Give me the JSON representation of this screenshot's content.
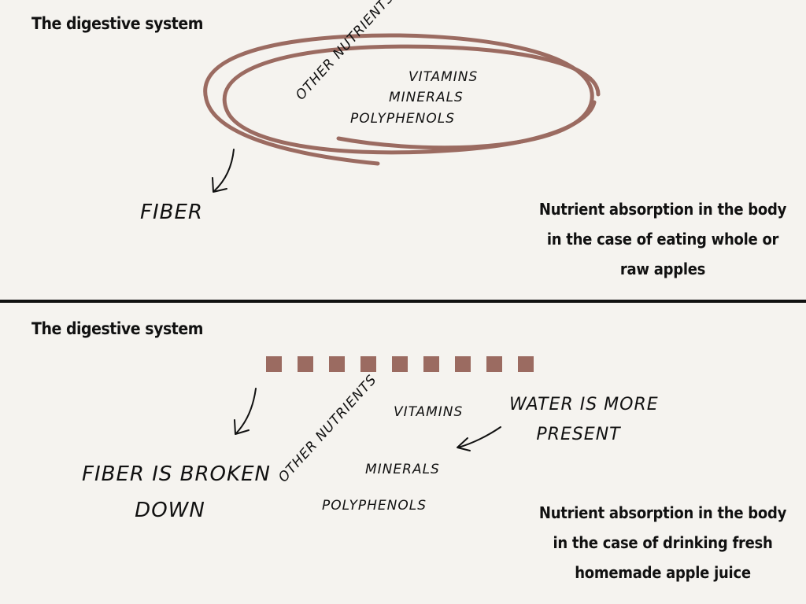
{
  "top_panel": {
    "heading": "The digestive system",
    "nutrients": {
      "other": "OTHER NUTRIENTS",
      "vitamins": "VITAMINS",
      "minerals": "MINERALS",
      "polyphenols": "POLYPHENOLS"
    },
    "fiber": "FIBER",
    "caption_lines": [
      "Nutrient absorption in the body",
      "in the case of eating whole or",
      "raw apples"
    ]
  },
  "bottom_panel": {
    "heading": "The digestive system",
    "nutrients": {
      "other": "OTHER NUTRIENTS",
      "vitamins": "VITAMINS",
      "minerals": "MINERALS",
      "polyphenols": "POLYPHENOLS"
    },
    "fiber_lines": [
      "FIBER IS BROKEN",
      "DOWN"
    ],
    "water_lines": [
      "WATER IS MORE",
      "PRESENT"
    ],
    "caption_lines": [
      "Nutrient absorption in the body",
      "in the case of drinking fresh",
      "homemade apple juice"
    ]
  },
  "colors": {
    "background": "#f5f3ef",
    "accent": "#9b6b61",
    "ink": "#111111"
  }
}
